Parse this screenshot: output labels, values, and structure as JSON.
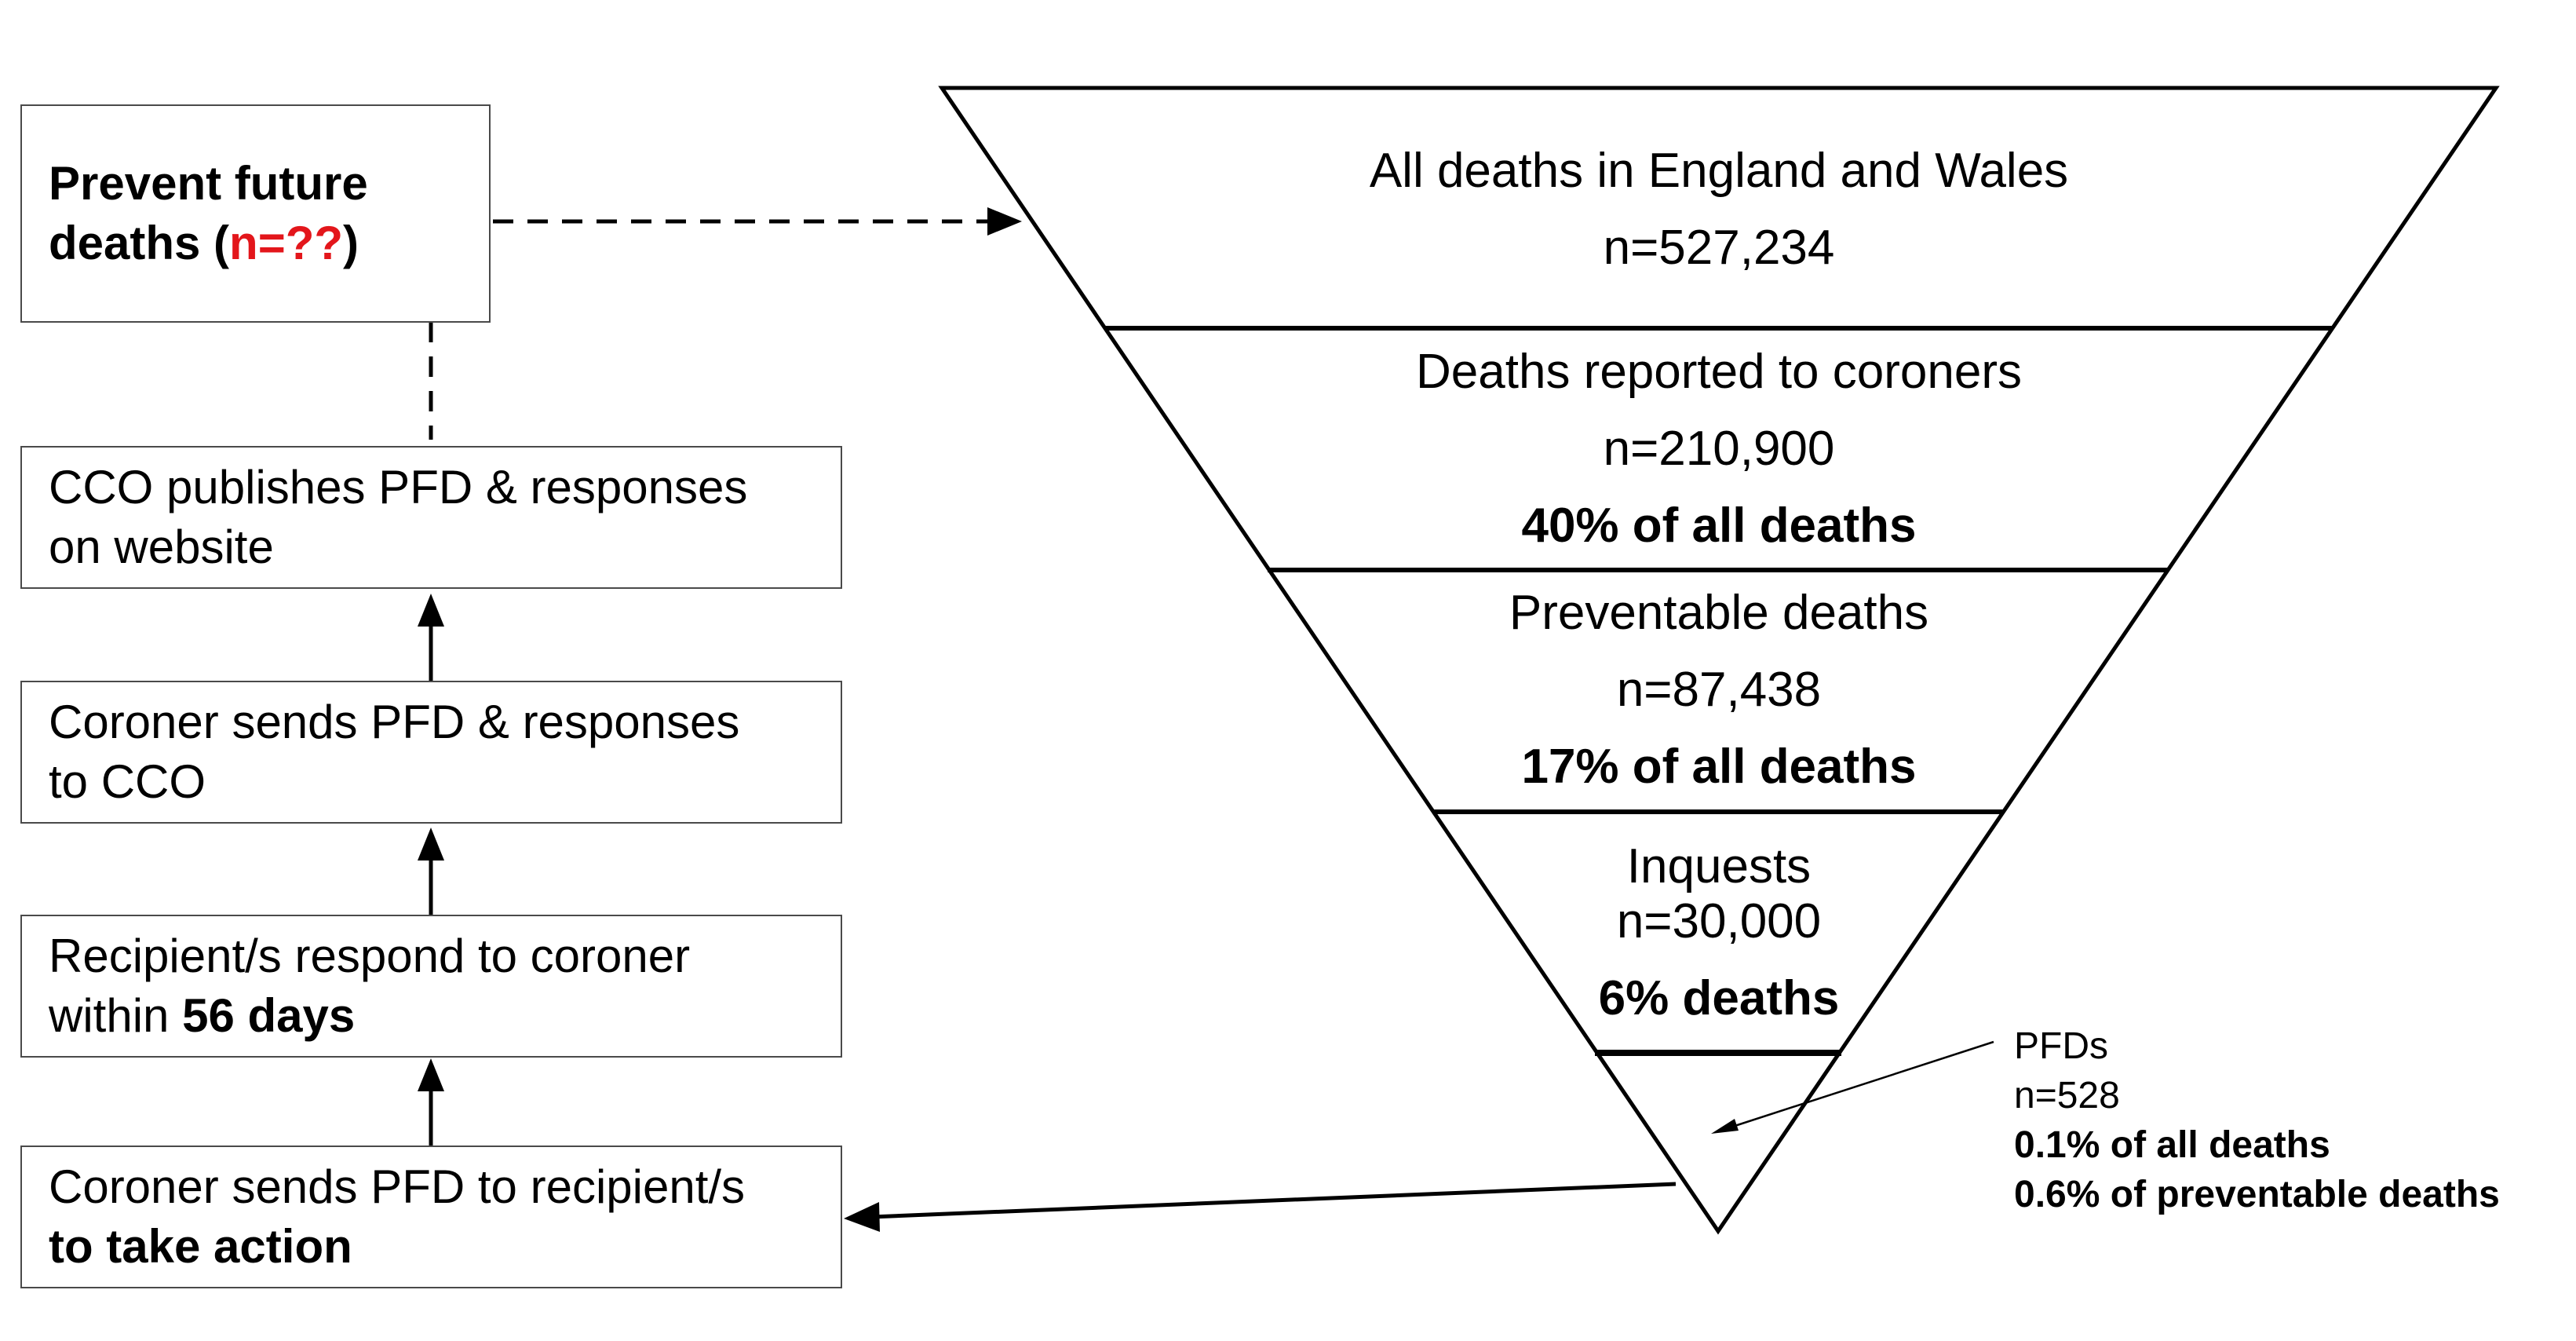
{
  "process_steps": {
    "prevent": {
      "line1": "Prevent future",
      "line2_prefix": "deaths (",
      "count": "n=??",
      "suffix": ")"
    },
    "publish": {
      "line1": "CCO publishes PFD & responses",
      "line2": "on website"
    },
    "coroner_to_cco": {
      "line1": "Coroner sends PFD & responses",
      "line2": "to CCO"
    },
    "recipients_respond": {
      "line1": "Recipient/s respond to coroner",
      "line2_prefix": "within ",
      "line2_bold": "56 days"
    },
    "coroner_sends": {
      "line1": "Coroner sends PFD to recipient/s",
      "line2_bold": "to take action"
    }
  },
  "funnel": {
    "all_deaths": {
      "label": "All deaths in England and Wales",
      "count": "n=527,234"
    },
    "reported": {
      "label": "Deaths reported to coroners",
      "count": "n=210,900",
      "percent": "40% of all deaths"
    },
    "preventable": {
      "label": "Preventable deaths",
      "count": "n=87,438",
      "percent": "17% of all deaths"
    },
    "inquests": {
      "label": "Inquests",
      "count": "n=30,000",
      "percent": "6% deaths"
    }
  },
  "pfds": {
    "label": "PFDs",
    "count": "n=528",
    "pct_all": "0.1% of all deaths",
    "pct_preventable": "0.6% of preventable deaths"
  },
  "colors": {
    "highlight": "#e3161b",
    "line": "#000000",
    "box_border": "#4a4a4a"
  }
}
